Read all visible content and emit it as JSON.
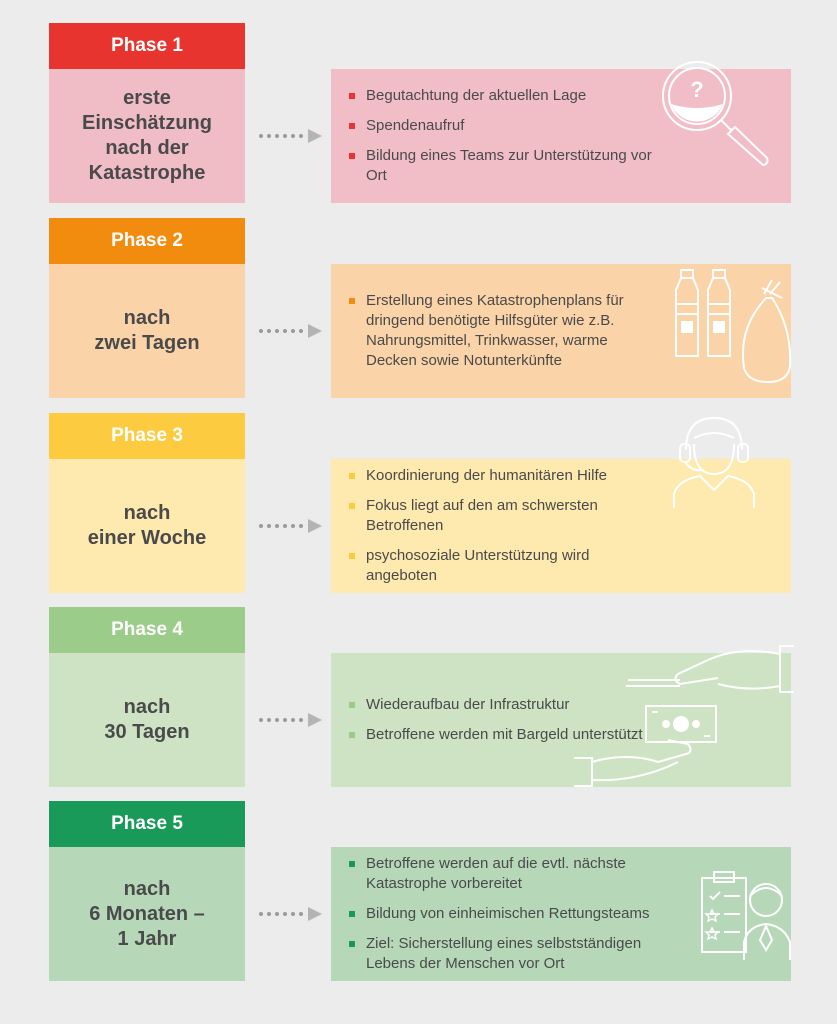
{
  "phases": [
    {
      "label": "Phase 1",
      "title": "erste\nEinschätzung\nnach der\nKatastrophe",
      "colors": {
        "tab": "#e8342e",
        "left": "#f0bdc6",
        "right": "#f1bec7",
        "bullet": "#e8342e"
      },
      "icon": "magnifier-question-icon",
      "bullets": [
        "Begutachtung der aktuellen Lage",
        "Spendenaufruf",
        "Bildung eines Teams zur Unterstützung vor Ort"
      ]
    },
    {
      "label": "Phase 2",
      "title": "nach\nzwei Tagen",
      "colors": {
        "tab": "#f28c0f",
        "left": "#fad3a8",
        "right": "#fad3a8",
        "bullet": "#f28c0f"
      },
      "icon": "water-bottles-bag-icon",
      "bullets": [
        "Erstellung eines Katastrophenplans für dringend benötigte Hilfsgüter wie z.B. Nahrungsmittel, Trinkwasser, warme Decken sowie Notunterkünfte"
      ]
    },
    {
      "label": "Phase 3",
      "title": "nach\neiner Woche",
      "colors": {
        "tab": "#fdcb3f",
        "left": "#feeaae",
        "right": "#feeaae",
        "bullet": "#fdcb3f"
      },
      "icon": "headset-person-icon",
      "bullets": [
        "Koordinierung der humanitären Hilfe",
        "Fokus liegt auf den am schwersten Betroffenen",
        "psychosoziale Unterstützung wird angeboten"
      ]
    },
    {
      "label": "Phase 4",
      "title": "nach\n30 Tagen",
      "colors": {
        "tab": "#9ccc8a",
        "left": "#cee3c4",
        "right": "#cee3c4",
        "bullet": "#9ccc8a"
      },
      "icon": "hands-cash-icon",
      "bullets": [
        "Wiederaufbau der Infrastruktur",
        "Betroffene werden mit Bargeld unterstützt"
      ]
    },
    {
      "label": "Phase 5",
      "title": "nach\n6 Monaten –\n1 Jahr",
      "colors": {
        "tab": "#199a59",
        "left": "#b6d8b8",
        "right": "#b6d8b8",
        "bullet": "#199a59"
      },
      "icon": "checklist-person-icon",
      "bullets": [
        "Betroffene werden auf die evtl. nächste Katastrophe vorbereitet",
        "Bildung von einheimischen Rettungsteams",
        "Ziel: Sicherstellung eines selbstständigen Lebens der Menschen vor Ort"
      ]
    }
  ]
}
